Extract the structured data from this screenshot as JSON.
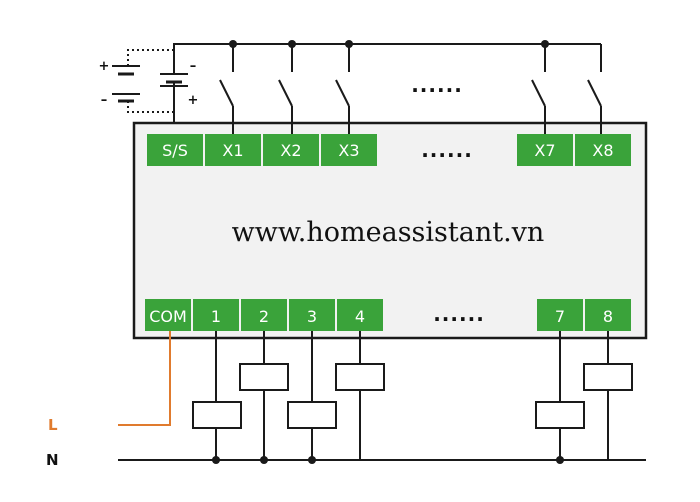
{
  "watermark": "www.homeassistant.vn",
  "inputs": {
    "terminals": [
      "S/S",
      "X1",
      "X2",
      "X3",
      "X7",
      "X8"
    ],
    "ellipsis": "......"
  },
  "outputs": {
    "terminals": [
      "COM",
      "1",
      "2",
      "3",
      "4",
      "7",
      "8"
    ],
    "ellipsis": "......"
  },
  "supply_labels": [
    "L",
    "N"
  ],
  "battery_signs": [
    "+",
    "–",
    "–",
    "+"
  ],
  "wire_ellipsis": "......",
  "colors": {
    "terminal_green": "#3aa33a",
    "panel_fill": "#f2f2f2",
    "wire": "#1a1a1a",
    "live_wire": "#e07b2e",
    "label_L": "#e07b2e"
  }
}
